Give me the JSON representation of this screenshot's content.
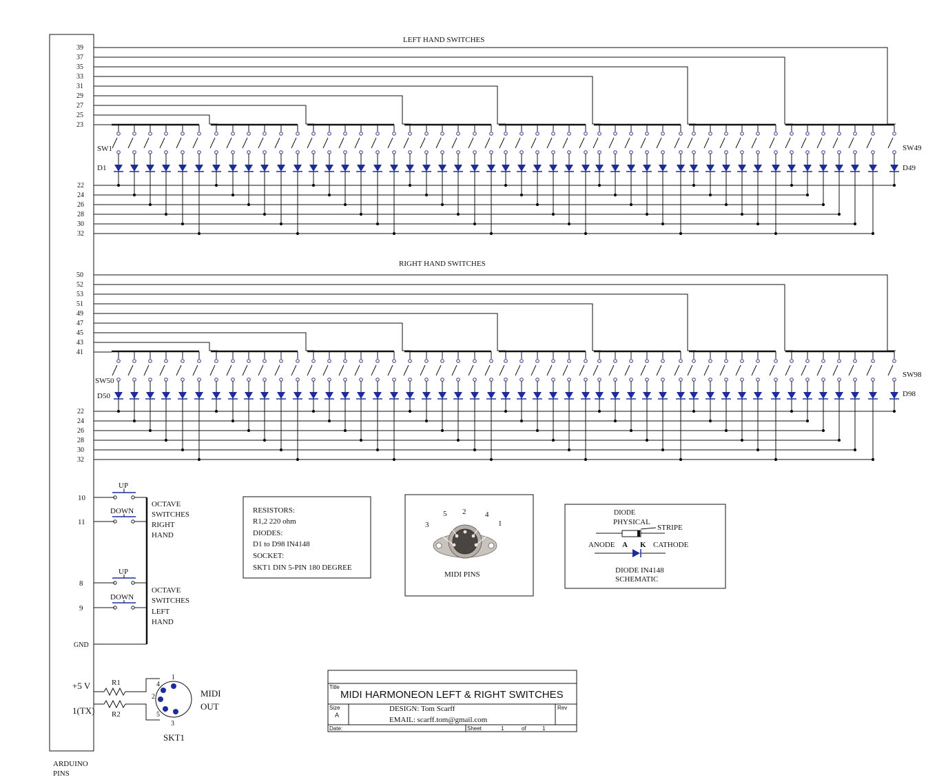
{
  "arduino_pins_label": [
    "ARDUINO",
    "PINS"
  ],
  "left_section": {
    "title": "LEFT HAND SWITCHES",
    "row_pins": [
      "39",
      "37",
      "35",
      "33",
      "31",
      "29",
      "27",
      "25",
      "23"
    ],
    "col_pins": [
      "22",
      "24",
      "26",
      "28",
      "30",
      "32"
    ],
    "first_switch": "SW1",
    "last_switch": "SW49",
    "first_diode": "D1",
    "last_diode": "D49"
  },
  "right_section": {
    "title": "RIGHT HAND SWITCHES",
    "row_pins": [
      "50",
      "52",
      "53",
      "51",
      "49",
      "47",
      "45",
      "43",
      "41"
    ],
    "col_pins": [
      "22",
      "24",
      "26",
      "28",
      "30",
      "32"
    ],
    "first_switch": "SW50",
    "last_switch": "SW98",
    "first_diode": "D50",
    "last_diode": "D98"
  },
  "octave": {
    "right": {
      "pin_up": "10",
      "pin_down": "11",
      "up_label": "UP",
      "down_label": "DOWN",
      "caption": [
        "OCTAVE",
        "SWITCHES",
        "RIGHT",
        "HAND"
      ]
    },
    "left": {
      "pin_up": "8",
      "pin_down": "9",
      "up_label": "UP",
      "down_label": "DOWN",
      "caption": [
        "OCTAVE",
        "SWITCHES",
        "LEFT",
        "HAND"
      ]
    },
    "gnd_label": "GND"
  },
  "midi_out": {
    "plus5v": "+5 V",
    "tx": "1(TX)",
    "r1": "R1",
    "r2": "R2",
    "pins": [
      "1",
      "4",
      "2",
      "5",
      "3"
    ],
    "label": [
      "MIDI",
      "OUT"
    ],
    "socket": "SKT1"
  },
  "parts_box": {
    "lines": [
      "RESISTORS:",
      "R1,2  220 ohm",
      "DIODES:",
      "D1 to D98    IN4148",
      "SOCKET:",
      "SKT1 DIN 5-PIN 180 DEGREE"
    ]
  },
  "midi_pins_box": {
    "numbers": [
      "5",
      "2",
      "4",
      "3",
      "1"
    ],
    "caption": "MIDI PINS"
  },
  "diode_box": {
    "title1": "DIODE",
    "title2": "PHYSICAL",
    "stripe": "STRIPE",
    "anode": "ANODE",
    "a": "A",
    "k": "K",
    "cathode": "CATHODE",
    "caption1": "DIODE  IN4148",
    "caption2": "SCHEMATIC"
  },
  "title_block": {
    "title_tag": "Title",
    "title": "MIDI HARMONEON LEFT & RIGHT SWITCHES",
    "size_tag": "Size",
    "size": "A",
    "design": "DESIGN: Tom Scarff",
    "email": "EMAIL: scarff.tom@gmail.com",
    "rev_tag": "Rev",
    "date_tag": "Date:",
    "sheet_tag": "Sheet",
    "sheet": "1",
    "of_tag": "of",
    "of": "1"
  },
  "colors": {
    "ink": "#111111",
    "diode": "#1c2c9c",
    "dot": "#000000"
  }
}
